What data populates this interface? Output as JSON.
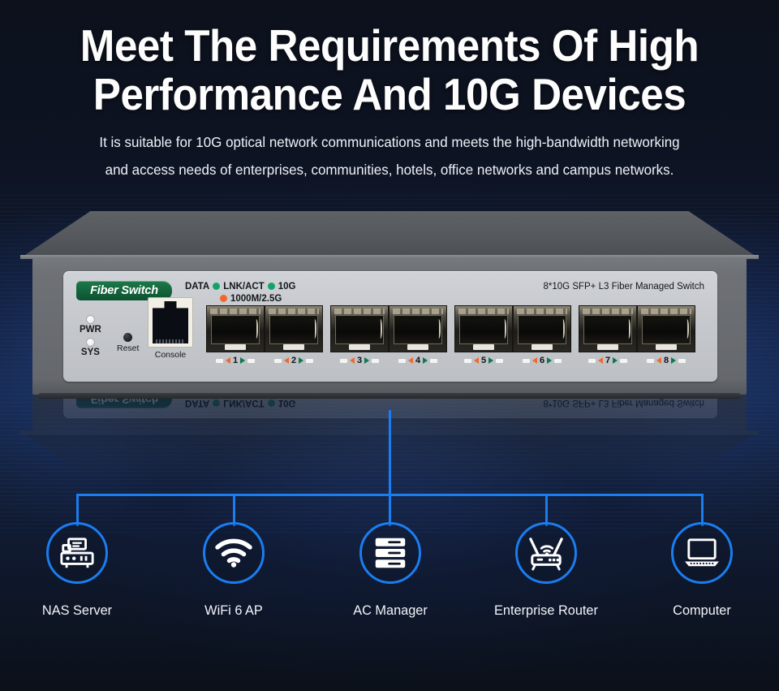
{
  "header": {
    "title_line1": "Meet The Requirements Of High",
    "title_line2": "Performance And 10G Devices",
    "subtitle_line1": "It is suitable for 10G optical network communications and meets the high-bandwidth networking",
    "subtitle_line2": "and access needs of enterprises, communities, hotels, office networks and campus networks."
  },
  "device": {
    "brand_badge": "Fiber Switch",
    "model_label": "8*10G SFP+ L3 Fiber Managed Switch",
    "legend": {
      "data_label": "DATA",
      "lnk_act_label": "LNK/ACT",
      "tenG_label": "10G",
      "speed_label": "1000M/2.5G",
      "lnk_act_color": "#13a36a",
      "tenG_color": "#13a36a",
      "speed_color": "#f2672c"
    },
    "leds": [
      {
        "name": "PWR"
      },
      {
        "name": "SYS"
      }
    ],
    "reset_label": "Reset",
    "console_label": "Console",
    "ports": [
      {
        "number": "1"
      },
      {
        "number": "2"
      },
      {
        "number": "3"
      },
      {
        "number": "4"
      },
      {
        "number": "5"
      },
      {
        "number": "6"
      },
      {
        "number": "7"
      },
      {
        "number": "8"
      }
    ],
    "port_arrow_in_color": "#ef6a2d",
    "port_arrow_out_color": "#0f7a4e"
  },
  "diagram": {
    "line_color": "#1a7df0",
    "nodes": [
      {
        "label": "NAS Server",
        "icon": "nas-server-icon"
      },
      {
        "label": "WiFi 6 AP",
        "icon": "wifi-icon"
      },
      {
        "label": "AC Manager",
        "icon": "server-stack-icon"
      },
      {
        "label": "Enterprise Router",
        "icon": "router-icon"
      },
      {
        "label": "Computer",
        "icon": "laptop-icon"
      }
    ]
  }
}
